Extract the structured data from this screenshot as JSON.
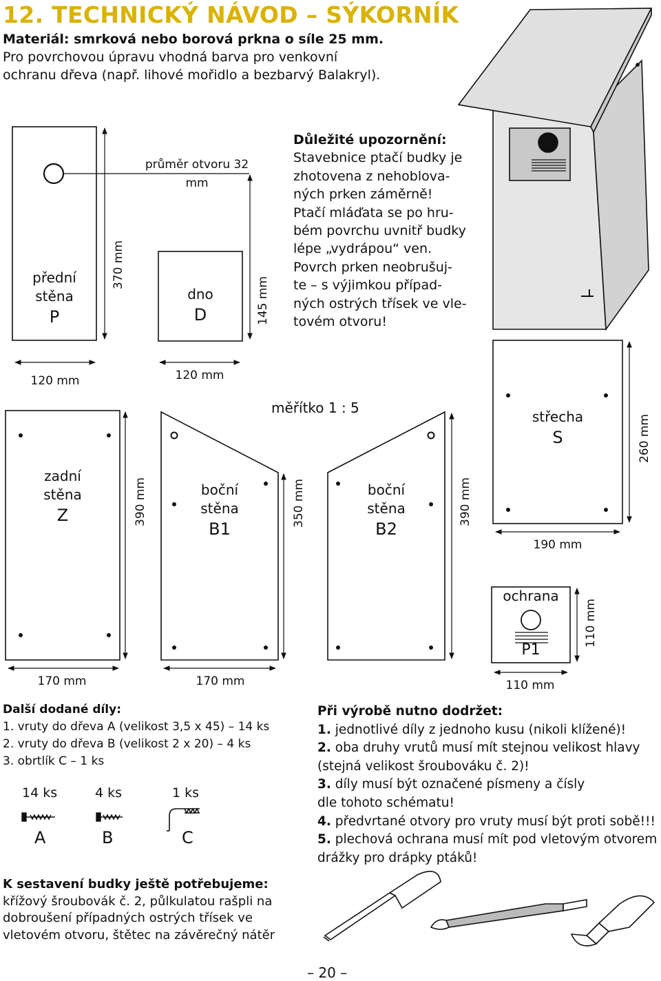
{
  "header": {
    "title": "12. TECHNICKÝ NÁVOD – SÝKORNÍK"
  },
  "intro": {
    "lines": [
      "Materiál: smrková nebo borová prkna o síle 25 mm.",
      "Pro povrchovou úpravu vhodná barva pro venkovní",
      "ochranu dřeva (např. lihové mořidlo a bezbarvý Balakryl)."
    ]
  },
  "warning": {
    "title": "Důležité upozornění:",
    "lines": [
      "Stavebnice ptačí budky je",
      "zhotovena z nehoblova-",
      "ných prken záměrně!",
      "Ptačí mláďata se po hru-",
      "bém povrchu uvnitř budky",
      "lépe „vydrápou“ ven.",
      "Povrch prken neobrušuj-",
      "te – s výjimkou případ-",
      "ných ostrých třísek ve vle-",
      "tovém otvoru!"
    ]
  },
  "pieces": {
    "front": {
      "l1": "přední",
      "l2": "stěna",
      "code": "P",
      "height": "370 mm",
      "width": "120 mm"
    },
    "hole": {
      "label": "průměr otvoru 32 mm"
    },
    "bottom": {
      "l1": "dno",
      "code": "D",
      "height": "145 mm",
      "width": "120 mm"
    },
    "scale": "měřítko 1 : 5",
    "back": {
      "l1": "zadní",
      "l2": "stěna",
      "code": "Z",
      "height": "390 mm",
      "width": "170 mm"
    },
    "side1": {
      "l1": "boční",
      "l2": "stěna",
      "code": "B1",
      "height": "350 mm",
      "width": "170 mm"
    },
    "side2": {
      "l1": "boční",
      "l2": "stěna",
      "code": "B2",
      "height": "390 mm"
    },
    "roof": {
      "l1": "střecha",
      "code": "S",
      "height": "260 mm",
      "width": "190 mm"
    },
    "guard": {
      "l1": "ochrana",
      "code": "P1",
      "height": "110 mm",
      "width": "110 mm"
    }
  },
  "parts": {
    "title": "Další dodané díly:",
    "items": [
      "1. vruty do dřeva A (velikost 3,5 x 45) – 14 ks",
      "2. vruty do dřeva B (velikost 2 x 20) – 4 ks",
      "3. obrtlík C – 1 ks"
    ],
    "counts": [
      "14 ks",
      "4 ks",
      "1 ks"
    ],
    "letters": [
      "A",
      "B",
      "C"
    ]
  },
  "rules": {
    "title": "Při výrobě nutno dodržet:",
    "items": [
      {
        "n": "1.",
        "lines": [
          "jednotlivé díly z jednoho kusu (nikoli klížené)!"
        ]
      },
      {
        "n": "2.",
        "lines": [
          "oba druhy vrutů musí mít stejnou velikost hlavy",
          "(stejná velikost šroubováku č. 2)!"
        ]
      },
      {
        "n": "3.",
        "lines": [
          "díly musí být označené písmeny a čísly",
          "dle tohoto schématu!"
        ]
      },
      {
        "n": "4.",
        "lines": [
          "předvrtané otvory pro vruty musí být proti sobě!!!"
        ]
      },
      {
        "n": "5.",
        "lines": [
          "plechová ochrana musí mít pod vletovým otvorem",
          "drážky pro drápky ptáků!"
        ]
      }
    ]
  },
  "tools": {
    "title": "K sestavení budky ještě potřebujeme:",
    "lines": [
      "křížový šroubovák č. 2, půlkulatou rašpli na",
      "dobroušení případných ostrých třísek ve",
      "vletovém otvoru, štětec na závěrečný nátěr"
    ]
  },
  "page": {
    "number": "– 20 –"
  }
}
